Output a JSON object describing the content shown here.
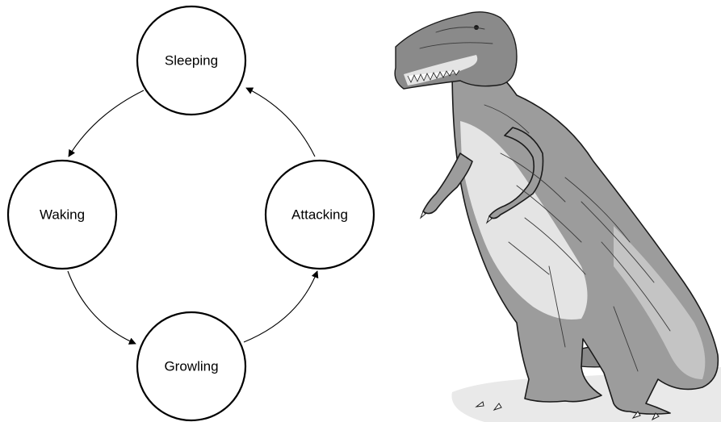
{
  "diagram": {
    "states": {
      "sleeping": "Sleeping",
      "waking": "Waking",
      "growling": "Growling",
      "attacking": "Attacking"
    },
    "transitions": [
      {
        "from": "Sleeping",
        "to": "Waking"
      },
      {
        "from": "Waking",
        "to": "Growling"
      },
      {
        "from": "Growling",
        "to": "Attacking"
      },
      {
        "from": "Attacking",
        "to": "Sleeping"
      }
    ]
  },
  "illustration": {
    "subject": "dinosaur",
    "icon": "tyrannosaurus-illustration"
  }
}
